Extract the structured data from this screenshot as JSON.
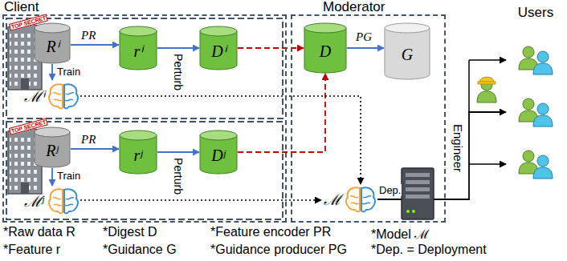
{
  "diagram": {
    "nodes": [
      {
        "text": [
          "Client"
        ]
      },
      {
        "text": [
          "Rⁱ"
        ],
        "in": 0
      },
      {
        "text": [
          "rⁱ"
        ],
        "in": 0
      },
      {
        "text": [
          "Dⁱ"
        ],
        "in": 0
      },
      {
        "text": [
          "ℳⁱ"
        ],
        "in": 0
      },
      {
        "text": [
          "Rʲ"
        ],
        "in": 0
      },
      {
        "text": [
          "rʲ"
        ],
        "in": 0
      },
      {
        "text": [
          "Dʲ"
        ],
        "in": 0
      },
      {
        "text": [
          "ℳʲ"
        ],
        "in": 0
      },
      {
        "text": [
          "Moderator"
        ]
      },
      {
        "text": [
          "D"
        ],
        "in": 9
      },
      {
        "text": [
          "G"
        ],
        "in": 9
      },
      {
        "text": [
          "ℳ"
        ],
        "in": 9
      },
      {
        "text": [
          "Users"
        ]
      }
    ],
    "edges": [
      {
        "from": 1,
        "to": 2,
        "arrow": "to",
        "label": "PR"
      },
      {
        "from": 1,
        "to": 4,
        "arrow": "to",
        "label": "Train"
      },
      {
        "from": 2,
        "to": 3,
        "arrow": "to"
      },
      {
        "from": 3,
        "to": 10,
        "arrow": "to"
      },
      {
        "from": 5,
        "to": 6,
        "arrow": "to",
        "label": "PR"
      },
      {
        "from": 5,
        "to": 8,
        "arrow": "to",
        "label": "Train"
      },
      {
        "from": 6,
        "to": 7,
        "arrow": "to"
      },
      {
        "from": 7,
        "to": 10,
        "arrow": "to"
      },
      {
        "from": 10,
        "to": 11,
        "arrow": "to",
        "label": "PG"
      },
      {
        "from": 4,
        "to": 12,
        "arrow": "to"
      },
      {
        "from": 8,
        "to": 12,
        "arrow": "to"
      },
      {
        "from": 12,
        "to": 13,
        "arrow": "to",
        "label": "Dep."
      }
    ],
    "labels": [
      "TOP SECRET",
      "Perturb",
      "TOP SECRET",
      "Perturb",
      "Engineer"
    ],
    "legend": [
      {
        "text": "*Raw data R"
      },
      {
        "text": "*Digest D"
      },
      {
        "text": "*Feature encoder PR"
      },
      {
        "text": "*Model ℳ"
      },
      {
        "text": "*Feature r"
      },
      {
        "text": "*Guidance G"
      },
      {
        "text": "*Guidance producer PG"
      },
      {
        "text": "*Dep. = Deployment"
      }
    ]
  }
}
